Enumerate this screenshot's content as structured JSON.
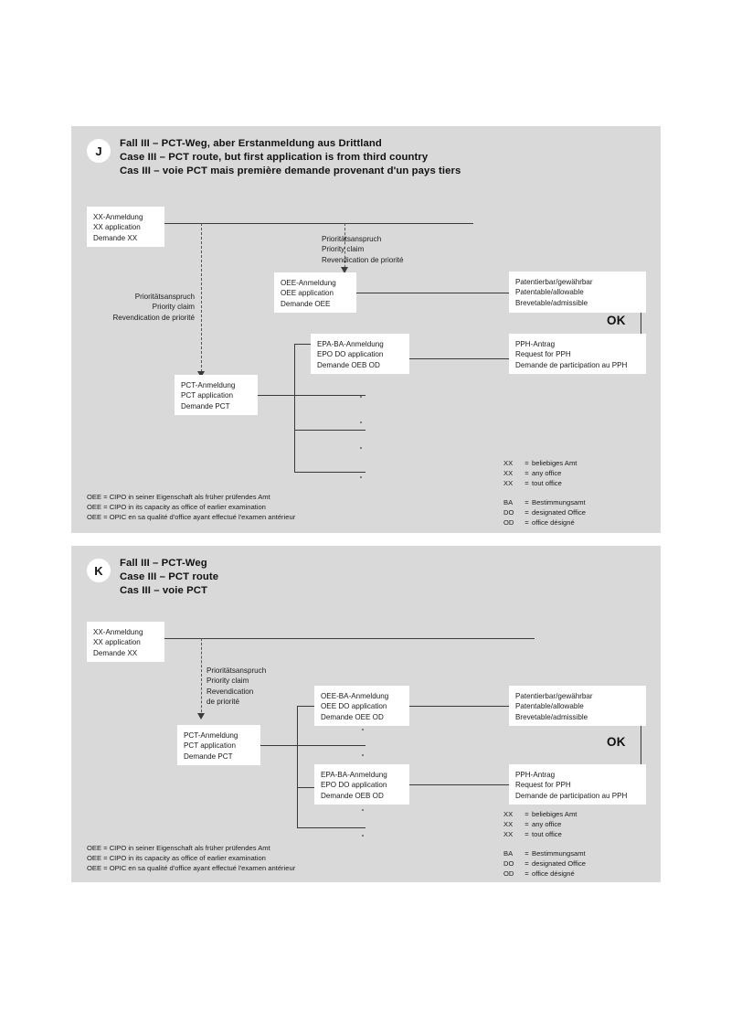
{
  "document": {
    "background": "#ffffff",
    "panel_background": "#d9d9d9",
    "line_color": "#3a3a3a"
  },
  "panels": [
    {
      "id": "J",
      "badge": "J",
      "title_de": "Fall III – PCT-Weg, aber Erstanmeldung aus Drittland",
      "title_en": "Case III – PCT route, but first application is from third country",
      "title_fr": "Cas III – voie PCT mais première demande provenant d'un pays tiers",
      "boxes": {
        "xx": {
          "l1": "XX-Anmeldung",
          "l2": "XX application",
          "l3": "Demande XX"
        },
        "oee": {
          "l1": "OEE-Anmeldung",
          "l2": "OEE application",
          "l3": "Demande OEE"
        },
        "epa": {
          "l1": "EPA-BA-Anmeldung",
          "l2": "EPO DO application",
          "l3": "Demande OEB OD"
        },
        "pct": {
          "l1": "PCT-Anmeldung",
          "l2": "PCT application",
          "l3": "Demande PCT"
        },
        "patentable": {
          "l1": "Patentierbar/gewährbar",
          "l2": "Patentable/allowable",
          "l3": "Brevetable/admissible"
        },
        "pph": {
          "l1": "PPH-Antrag",
          "l2": "Request for PPH",
          "l3": "Demande de participation au PPH"
        }
      },
      "labels": {
        "priority_top": {
          "l1": "Prioritätsanspruch",
          "l2": "Priority claim",
          "l3": "Revendication de priorité"
        },
        "priority_left": {
          "l1": "Prioritätsanspruch",
          "l2": "Priority claim",
          "l3": "Revendication de priorité"
        },
        "ok": "OK"
      },
      "legend_left": [
        "OEE = CIPO in seiner Eigenschaft als früher prüfendes Amt",
        "OEE = CIPO in its capacity as office of earlier examination",
        "OEE = OPIC en sa qualité d'office ayant effectué l'examen antérieur"
      ],
      "legend_right": [
        {
          "key": "XX",
          "eq": "=",
          "val": "beliebiges Amt"
        },
        {
          "key": "XX",
          "eq": "=",
          "val": "any office"
        },
        {
          "key": "XX",
          "eq": "=",
          "val": "tout office"
        },
        {
          "key": "BA",
          "eq": "=",
          "val": "Bestimmungsamt"
        },
        {
          "key": "DO",
          "eq": "=",
          "val": "designated Office"
        },
        {
          "key": "OD",
          "eq": "=",
          "val": "office désigné"
        }
      ]
    },
    {
      "id": "K",
      "badge": "K",
      "title_de": "Fall III – PCT-Weg",
      "title_en": "Case III – PCT route",
      "title_fr": "Cas III – voie PCT",
      "boxes": {
        "xx": {
          "l1": "XX-Anmeldung",
          "l2": "XX application",
          "l3": "Demande XX"
        },
        "pct": {
          "l1": "PCT-Anmeldung",
          "l2": "PCT application",
          "l3": "Demande PCT"
        },
        "oee_ba": {
          "l1": "OEE-BA-Anmeldung",
          "l2": "OEE DO application",
          "l3": "Demande OEE OD"
        },
        "epa": {
          "l1": "EPA-BA-Anmeldung",
          "l2": "EPO DO application",
          "l3": "Demande OEB OD"
        },
        "patentable": {
          "l1": "Patentierbar/gewährbar",
          "l2": "Patentable/allowable",
          "l3": "Brevetable/admissible"
        },
        "pph": {
          "l1": "PPH-Antrag",
          "l2": "Request for PPH",
          "l3": "Demande de participation au PPH"
        }
      },
      "labels": {
        "priority": {
          "l1": "Prioritätsanspruch",
          "l2": "Priority claim",
          "l3": "Revendication",
          "l4": "de priorité"
        },
        "ok": "OK"
      },
      "legend_left": [
        "OEE = CIPO in seiner Eigenschaft als früher prüfendes Amt",
        "OEE = CIPO in its capacity as office of earlier examination",
        "OEE = OPIC en sa qualité d'office ayant effectué l'examen antérieur"
      ],
      "legend_right": [
        {
          "key": "XX",
          "eq": "=",
          "val": "beliebiges Amt"
        },
        {
          "key": "XX",
          "eq": "=",
          "val": "any office"
        },
        {
          "key": "XX",
          "eq": "=",
          "val": "tout office"
        },
        {
          "key": "BA",
          "eq": "=",
          "val": "Bestimmungsamt"
        },
        {
          "key": "DO",
          "eq": "=",
          "val": "designated Office"
        },
        {
          "key": "OD",
          "eq": "=",
          "val": "office désigné"
        }
      ]
    }
  ]
}
